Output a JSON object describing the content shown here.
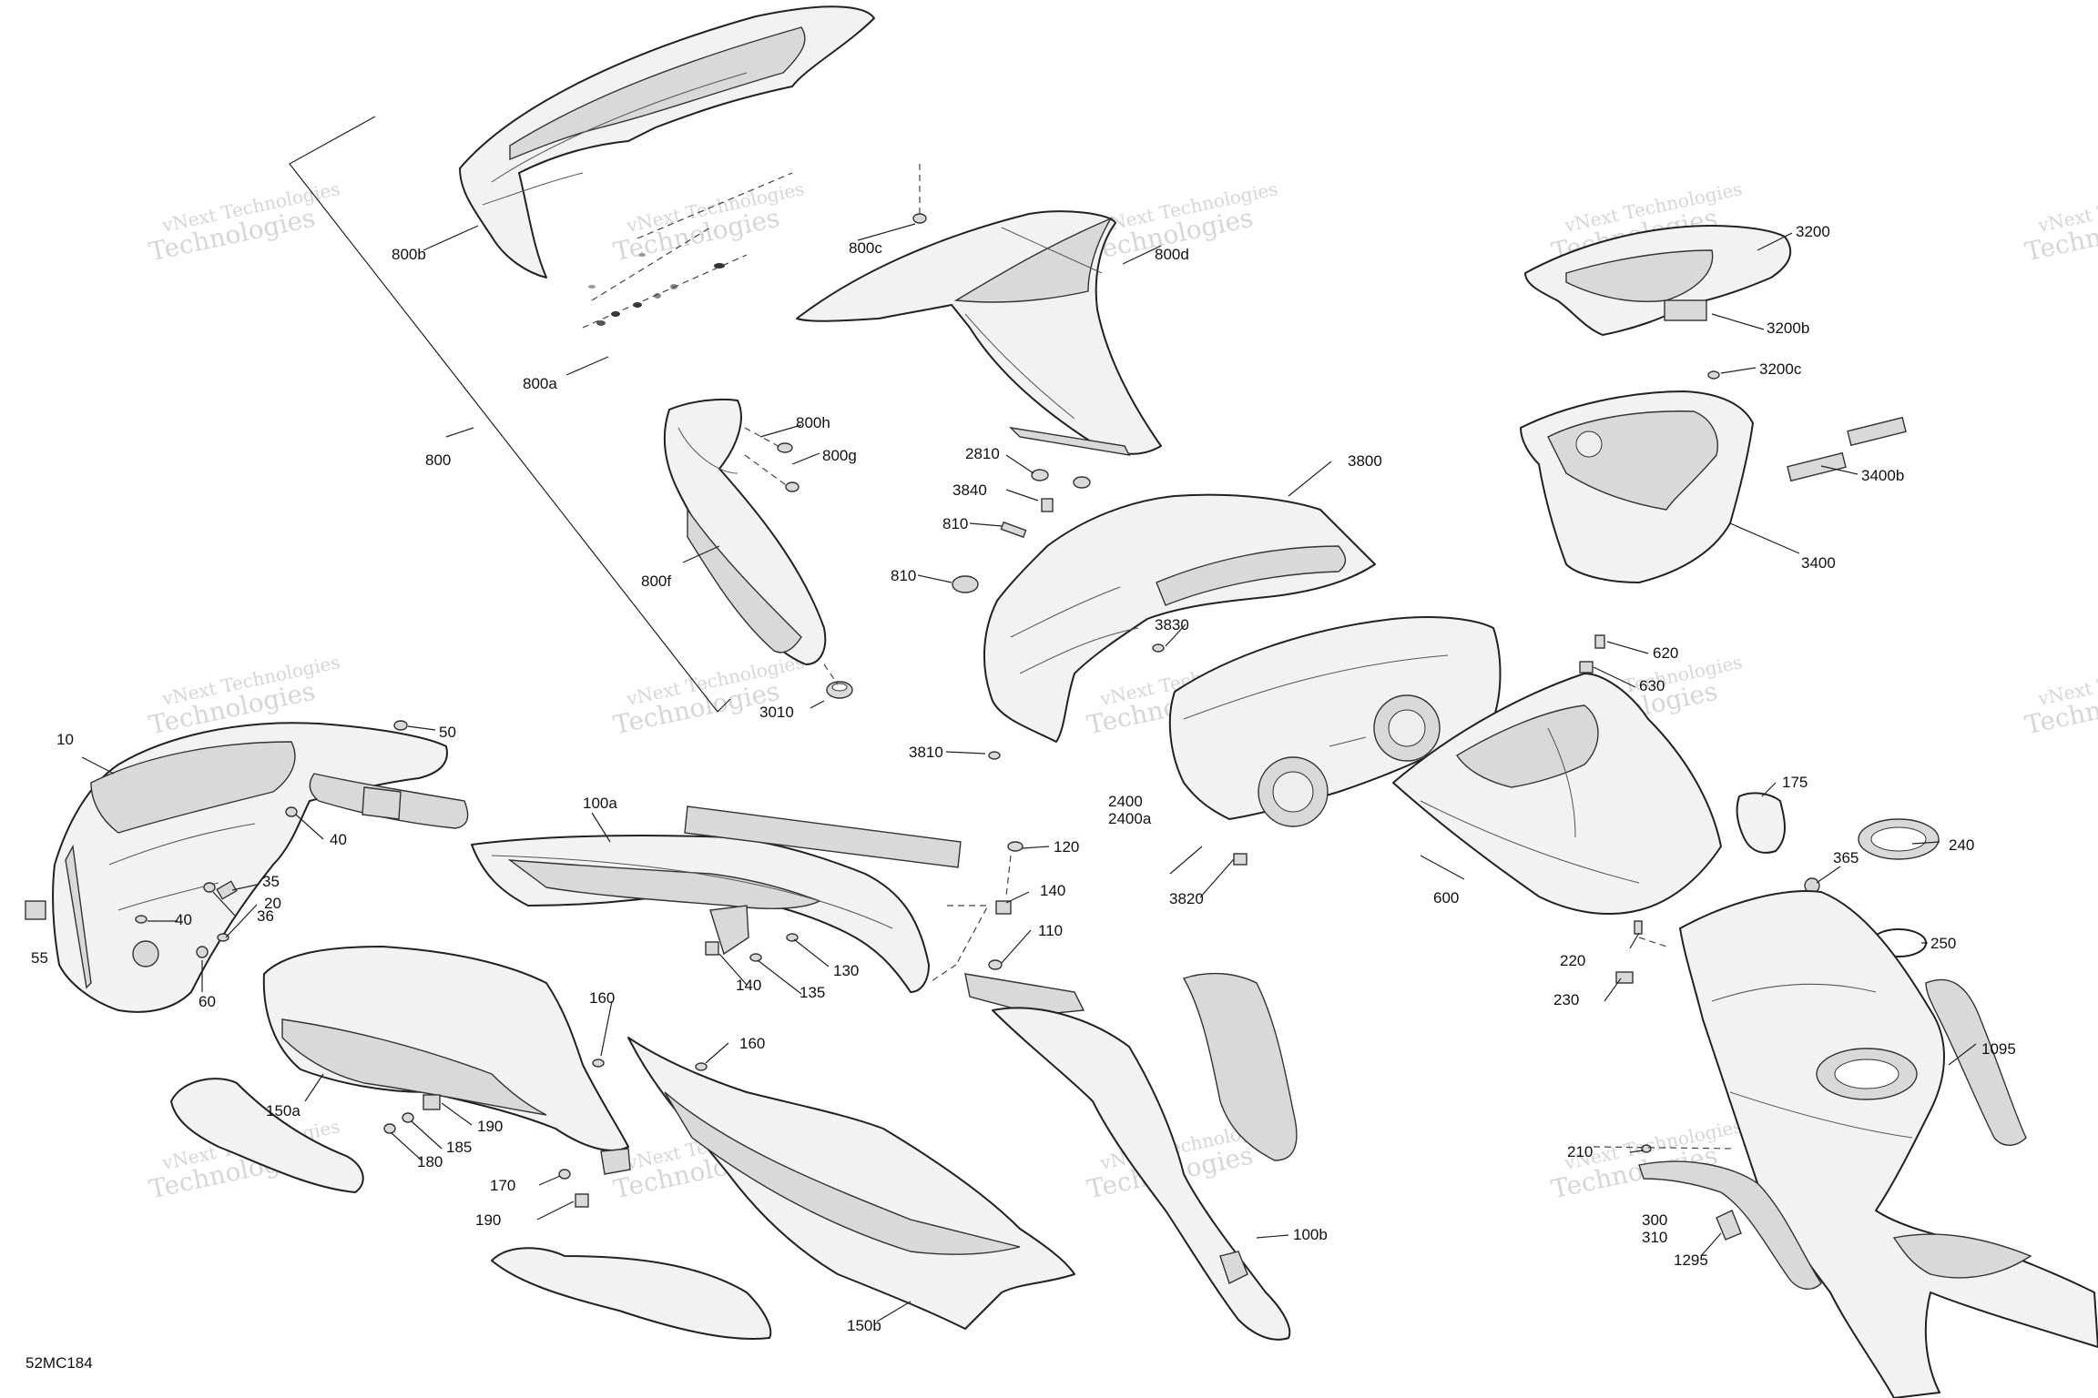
{
  "diagram_code": "52MC184",
  "watermark": {
    "line1": "vNext Technologies",
    "line2": "Technologies"
  },
  "callouts": [
    "800b",
    "800c",
    "800d",
    "800a",
    "800",
    "800h",
    "800g",
    "800f",
    "3010",
    "2810",
    "3840",
    "3800",
    "810",
    "810",
    "3830",
    "3810",
    "2400",
    "2400a",
    "3820",
    "3200",
    "3200b",
    "3200c",
    "3400b",
    "3400",
    "620",
    "630",
    "600",
    "175",
    "240",
    "365",
    "250",
    "220",
    "230",
    "1095",
    "210",
    "300",
    "310",
    "1295",
    "10",
    "50",
    "40",
    "35",
    "36",
    "20",
    "40",
    "55",
    "60",
    "100a",
    "120",
    "140",
    "110",
    "140",
    "130",
    "135",
    "150a",
    "160",
    "160",
    "190",
    "185",
    "180",
    "170",
    "190",
    "150b",
    "100b"
  ]
}
